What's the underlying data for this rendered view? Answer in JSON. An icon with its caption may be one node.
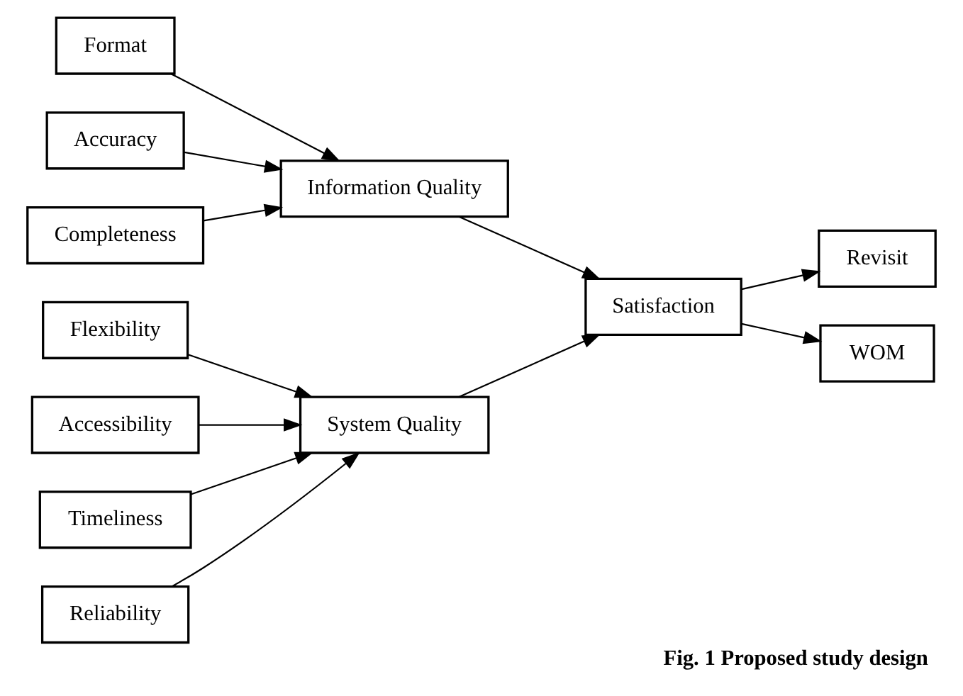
{
  "diagram": {
    "caption": "Fig. 1 Proposed study design",
    "nodes": [
      {
        "text": [
          "Format"
        ]
      },
      {
        "text": [
          "Accuracy"
        ]
      },
      {
        "text": [
          "Completeness"
        ]
      },
      {
        "text": [
          "Information Quality"
        ]
      },
      {
        "text": [
          "Flexibility"
        ]
      },
      {
        "text": [
          "Accessibility"
        ]
      },
      {
        "text": [
          "Timeliness"
        ]
      },
      {
        "text": [
          "Reliability"
        ]
      },
      {
        "text": [
          "System Quality"
        ]
      },
      {
        "text": [
          "Satisfaction"
        ]
      },
      {
        "text": [
          "Revisit"
        ]
      },
      {
        "text": [
          "WOM"
        ]
      }
    ],
    "edges": [
      {
        "from": 0,
        "to": 3,
        "arrow": "to"
      },
      {
        "from": 1,
        "to": 3,
        "arrow": "to"
      },
      {
        "from": 2,
        "to": 3,
        "arrow": "to"
      },
      {
        "from": 4,
        "to": 8,
        "arrow": "to"
      },
      {
        "from": 5,
        "to": 8,
        "arrow": "to"
      },
      {
        "from": 6,
        "to": 8,
        "arrow": "to"
      },
      {
        "from": 7,
        "to": 8,
        "arrow": "to"
      },
      {
        "from": 3,
        "to": 9,
        "arrow": "to"
      },
      {
        "from": 8,
        "to": 9,
        "arrow": "to"
      },
      {
        "from": 9,
        "to": 10,
        "arrow": "to"
      },
      {
        "from": 9,
        "to": 11,
        "arrow": "to"
      }
    ]
  }
}
